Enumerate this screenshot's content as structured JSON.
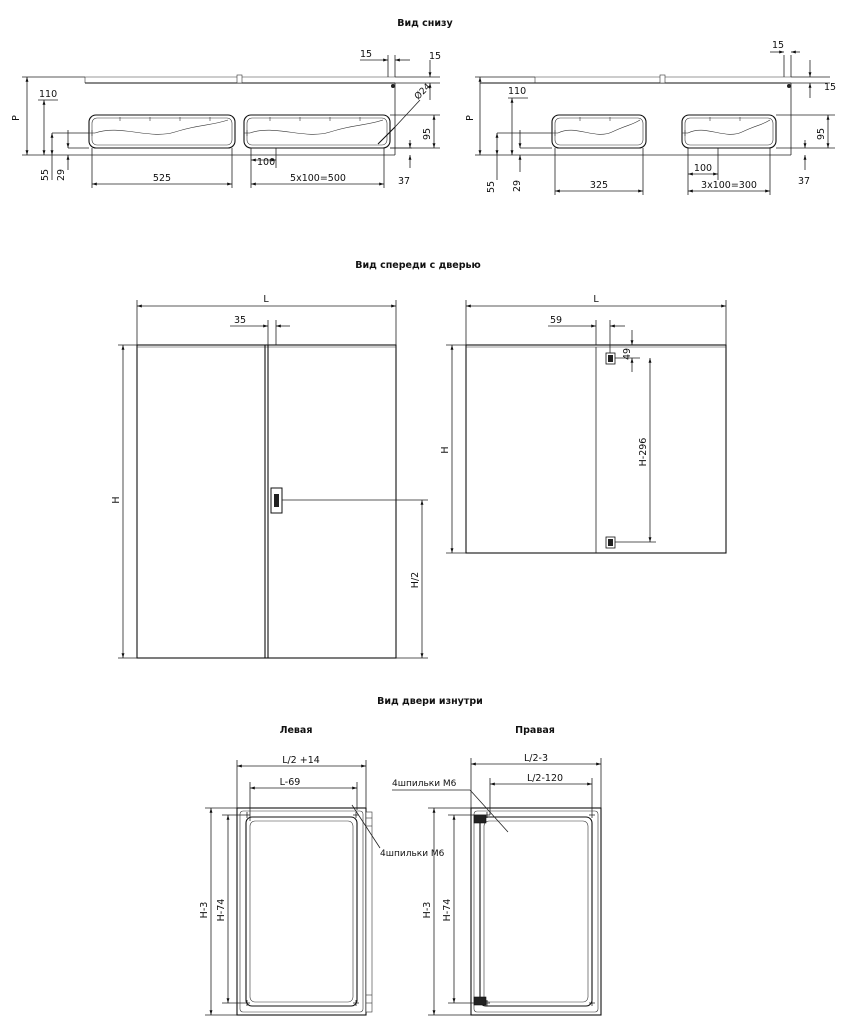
{
  "titles": {
    "bottom_view": "Вид снизу",
    "front_view": "Вид спереди с дверью",
    "door_inside": "Вид двери изнутри",
    "left_door": "Левая",
    "right_door": "Правая"
  },
  "bottom_left": {
    "d15_top": "15",
    "d15_right": "15",
    "p": "P",
    "d110": "110",
    "d24": "Ø24",
    "d95": "95",
    "d55": "55",
    "d29": "29",
    "d100": "100",
    "d525": "525",
    "d500": "5x100=500",
    "d37": "37"
  },
  "bottom_right": {
    "d15_top": "15",
    "d15_right": "15",
    "p": "P",
    "d110": "110",
    "d95": "95",
    "d55": "55",
    "d29": "29",
    "d325": "325",
    "d100": "100",
    "d300": "3x100=300",
    "d37": "37"
  },
  "front_left": {
    "l": "L",
    "d35": "35",
    "h": "H",
    "h2": "H/2"
  },
  "front_right": {
    "l": "L",
    "d59": "59",
    "d49": "49",
    "h": "H",
    "h296": "H-296"
  },
  "door_left": {
    "l2_14": "L/2 +14",
    "l69": "L-69",
    "studs": "4шпильки M6",
    "h3": "H-3",
    "h74": "H-74"
  },
  "door_right": {
    "l2_3": "L/2-3",
    "l2_120": "L/2-120",
    "studs": "4шпильки M6",
    "h3": "H-3",
    "h74": "H-74"
  },
  "colors": {
    "line": "#111111",
    "background": "#ffffff"
  }
}
